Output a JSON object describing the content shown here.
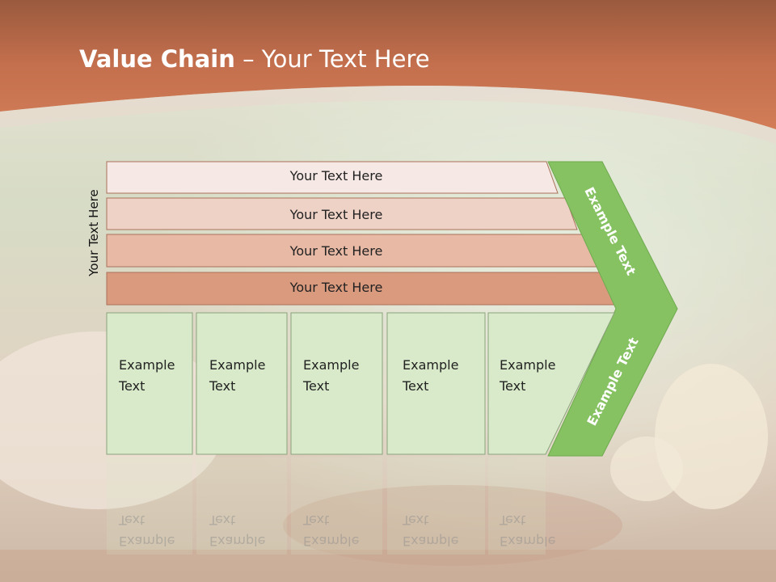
{
  "title": {
    "bold": "Value Chain",
    "rest": " – Your Text Here"
  },
  "side_label": "Your Text Here",
  "bars": [
    {
      "label": "Your Text Here",
      "color": "#f6e8e4"
    },
    {
      "label": "Your Text Here",
      "color": "#efd2c6"
    },
    {
      "label": "Your Text Here",
      "color": "#e8b9a5"
    },
    {
      "label": "Your Text Here",
      "color": "#d99a7e"
    }
  ],
  "boxes": [
    {
      "line1": "Example",
      "line2": "Text"
    },
    {
      "line1": "Example",
      "line2": "Text"
    },
    {
      "line1": "Example",
      "line2": "Text"
    },
    {
      "line1": "Example",
      "line2": "Text"
    },
    {
      "line1": "Example",
      "line2": "Text"
    }
  ],
  "arrow_labels": {
    "upper": "Example Text",
    "lower": "Example Text"
  },
  "colors": {
    "header": "#c8704e",
    "box_fill": "#d8eac9",
    "arrow": "#86c262",
    "background": "#d9cfc2"
  }
}
